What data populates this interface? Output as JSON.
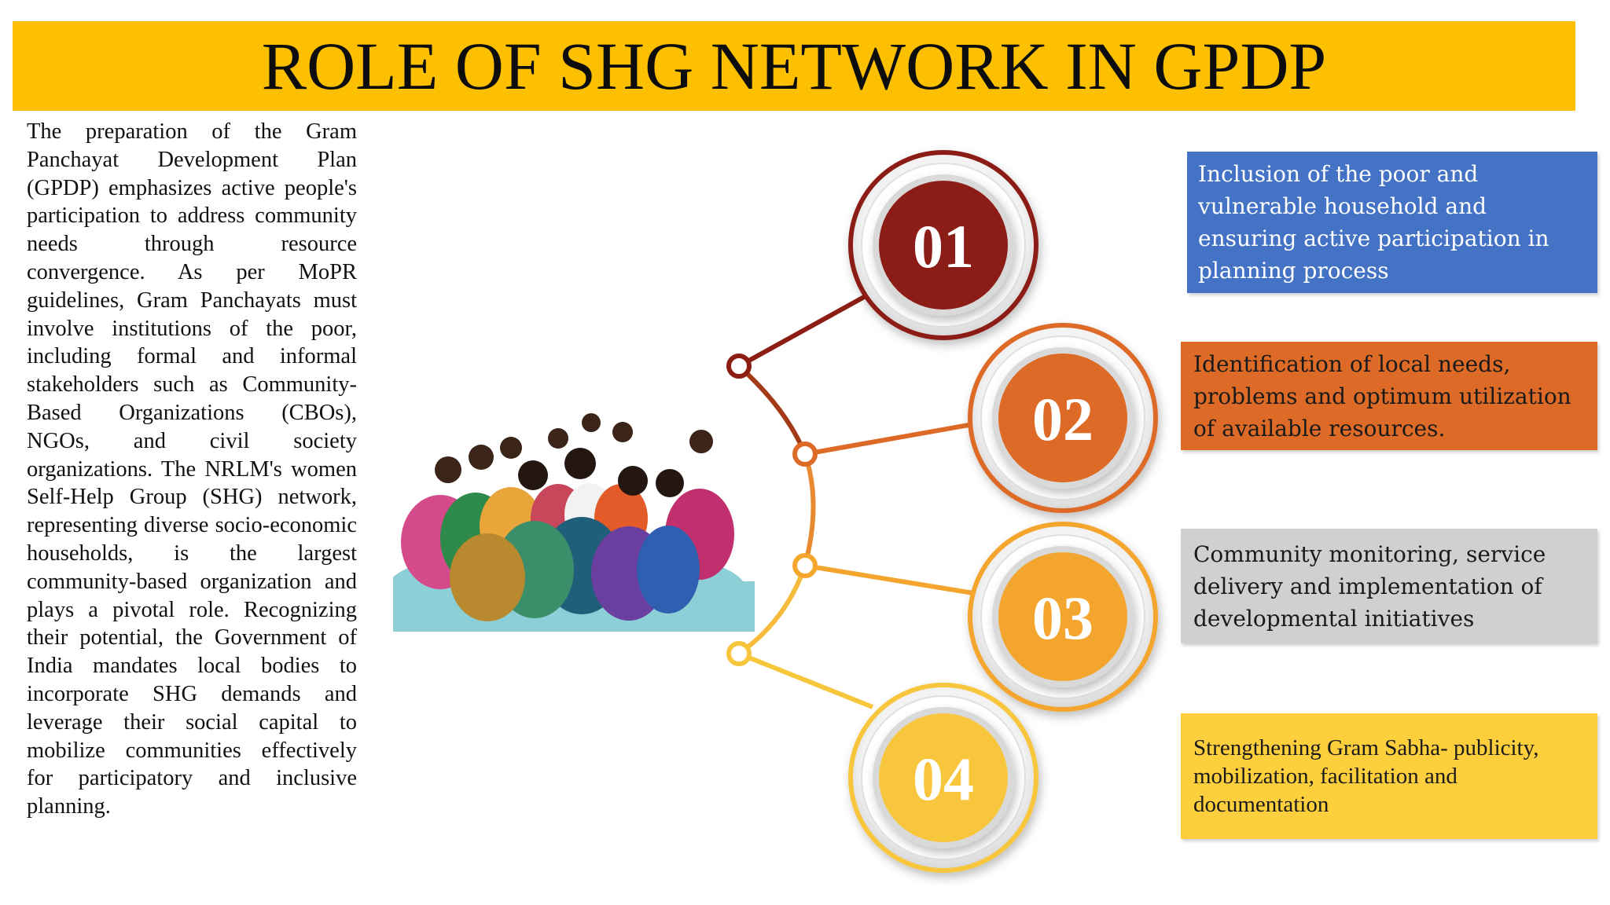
{
  "title": "ROLE OF SHG NETWORK IN GPDP",
  "intro_text": "The preparation of the Gram Panchayat Development Plan (GPDP) emphasizes active people's participation to address community needs through resource convergence. As per MoPR guidelines, Gram Panchayats must involve institutions of the poor, including formal and informal stakeholders such as Community-Based Organizations (CBOs), NGOs, and civil society organizations. The NRLM's women Self-Help Group (SHG) network, representing diverse socio-economic households, is the largest community-based organization and plays a pivotal role. Recognizing their potential, the Government of India mandates local bodies to incorporate SHG demands and leverage their social capital to mobilize communities effectively for participatory and inclusive planning.",
  "steps": [
    {
      "number": "01",
      "text": "Inclusion of the poor and vulnerable household and ensuring active participation in planning process",
      "color": "#8c1d12",
      "box_color": "#4472c4"
    },
    {
      "number": "02",
      "text": "Identification of local needs, problems and optimum utilization of available resources.",
      "color": "#dd6b27",
      "box_color": "#dd6b27"
    },
    {
      "number": "03",
      "text": "Community monitoring, service delivery and implementation of developmental initiatives",
      "color": "#f4a52e",
      "box_color": "#d0d0d0"
    },
    {
      "number": "04",
      "text": "Strengthening Gram Sabha- publicity, mobilization, facilitation and documentation",
      "color": "#f8c63c",
      "box_color": "#fdcf3c"
    }
  ],
  "colors": {
    "title_bar": "#fcc000",
    "accent_dark_red": "#8c1d12",
    "accent_orange": "#dd6b27",
    "accent_amber": "#f4a52e",
    "accent_yellow": "#f8c63c"
  },
  "image": {
    "description_icon": "women-group-photo"
  }
}
